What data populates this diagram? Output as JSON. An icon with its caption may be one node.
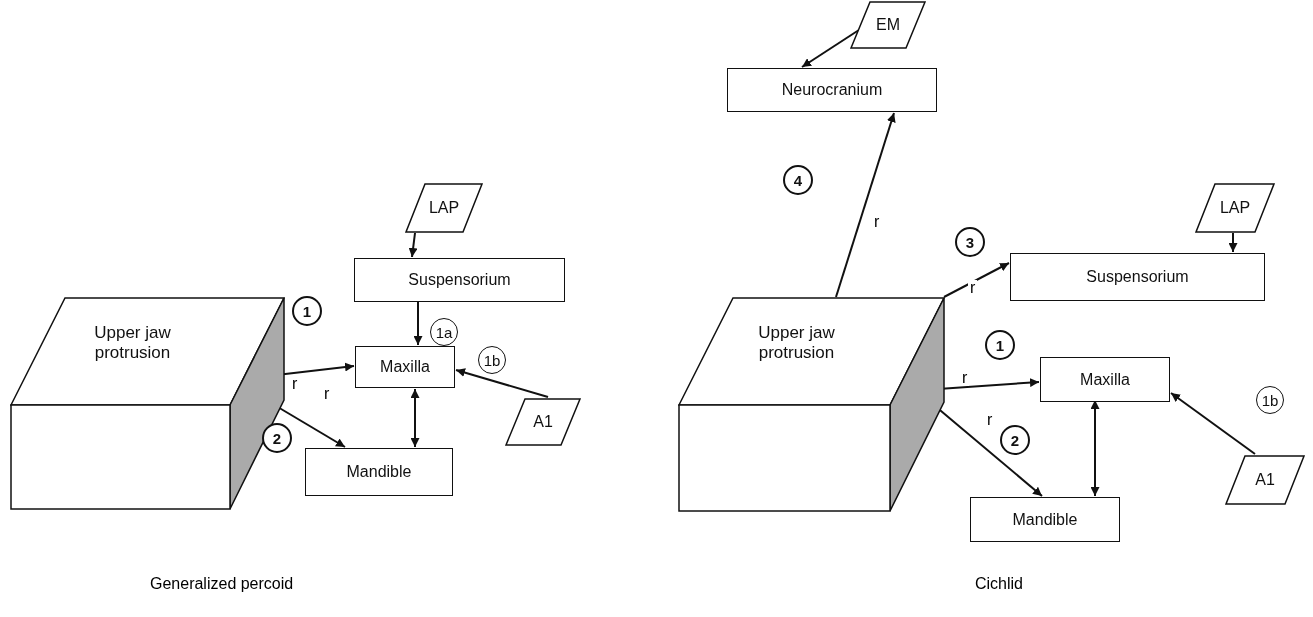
{
  "diagram": {
    "nodes": [
      {
        "text": [
          "Upper jaw protrusion"
        ]
      },
      {
        "text": [
          "LAP"
        ]
      },
      {
        "text": [
          "Suspensorium"
        ]
      },
      {
        "text": [
          "Maxilla"
        ]
      },
      {
        "text": [
          "Mandible"
        ]
      },
      {
        "text": [
          "A1"
        ]
      },
      {
        "text": [
          "1"
        ]
      },
      {
        "text": [
          "2"
        ]
      },
      {
        "text": [
          "1a"
        ]
      },
      {
        "text": [
          "1b"
        ]
      },
      {
        "text": [
          "EM"
        ]
      },
      {
        "text": [
          "Neurocranium"
        ]
      },
      {
        "text": [
          "LAP"
        ]
      },
      {
        "text": [
          "Suspensorium"
        ]
      },
      {
        "text": [
          "Upper jaw protrusion"
        ]
      },
      {
        "text": [
          "Maxilla"
        ]
      },
      {
        "text": [
          "A1"
        ]
      },
      {
        "text": [
          "Mandible"
        ]
      },
      {
        "text": [
          "4"
        ]
      },
      {
        "text": [
          "3"
        ]
      },
      {
        "text": [
          "1"
        ]
      },
      {
        "text": [
          "1b"
        ]
      },
      {
        "text": [
          "2"
        ]
      }
    ],
    "edges": [
      {
        "from": 0,
        "to": 3,
        "arrow": "to",
        "label": "r"
      },
      {
        "from": 0,
        "to": 4,
        "arrow": "to",
        "label": "r"
      },
      {
        "from": 1,
        "to": 2,
        "arrow": "to"
      },
      {
        "from": 2,
        "to": 3,
        "arrow": "to"
      },
      {
        "from": 3,
        "to": 4,
        "arrow": "both"
      },
      {
        "from": 5,
        "to": 3,
        "arrow": "to"
      },
      {
        "from": 10,
        "to": 11,
        "arrow": "to"
      },
      {
        "from": 14,
        "to": 11,
        "arrow": "to",
        "label": "r"
      },
      {
        "from": 14,
        "to": 13,
        "arrow": "to",
        "label": "r"
      },
      {
        "from": 12,
        "to": 13,
        "arrow": "to"
      },
      {
        "from": 14,
        "to": 15,
        "arrow": "to",
        "label": "r"
      },
      {
        "from": 14,
        "to": 17,
        "arrow": "to",
        "label": "r"
      },
      {
        "from": 16,
        "to": 15,
        "arrow": "to"
      },
      {
        "from": 15,
        "to": 17,
        "arrow": "both"
      }
    ],
    "labels": [
      "Generalized percoid",
      "Cichlid"
    ]
  }
}
